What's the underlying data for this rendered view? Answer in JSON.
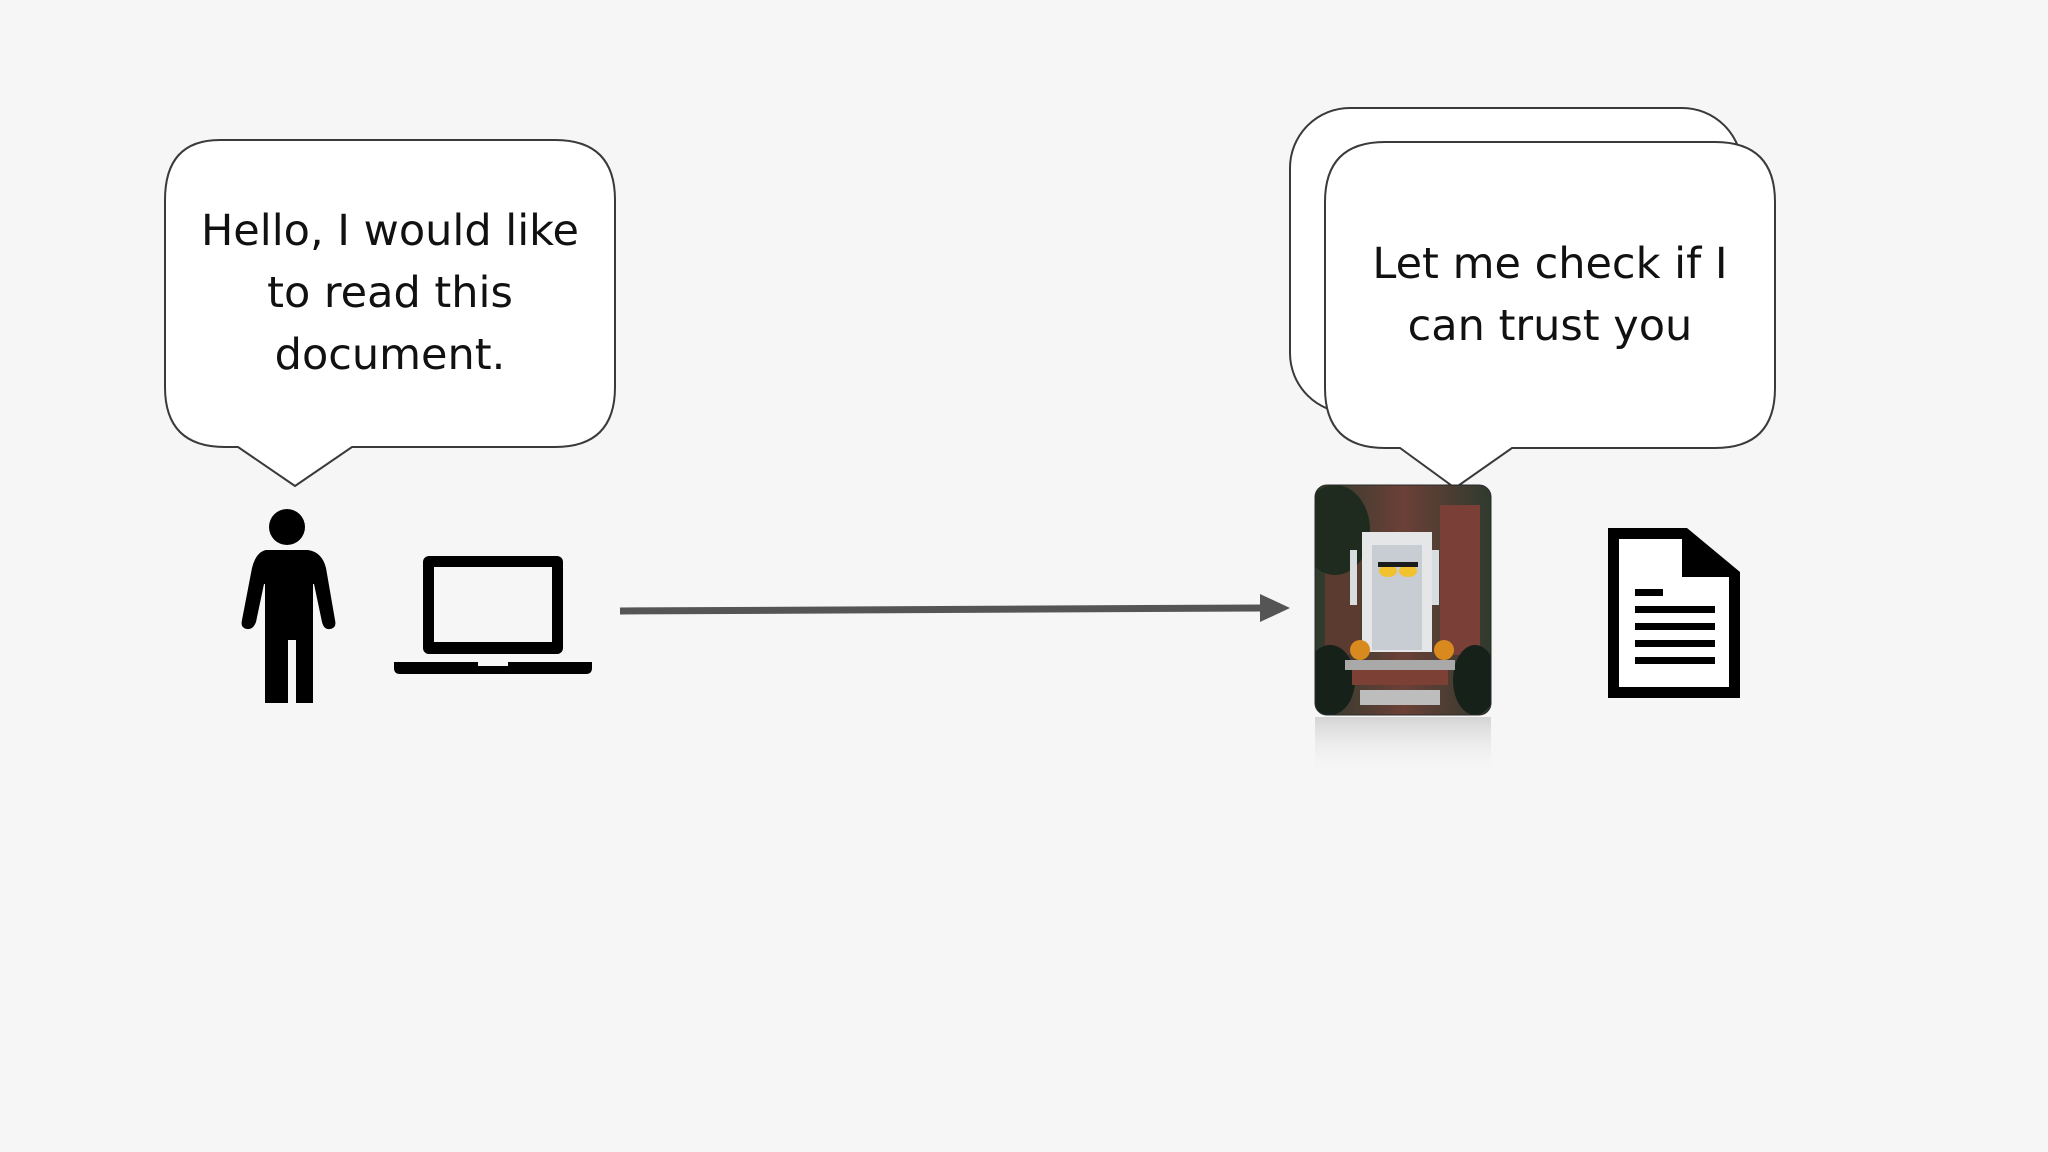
{
  "left_bubble": {
    "line1": "Hello, I would like",
    "line2": "to read this",
    "line3": "document."
  },
  "right_bubble": {
    "line1": "Let me check if I",
    "line2": "can trust you"
  },
  "icons": {
    "person": "person-icon",
    "laptop": "laptop-icon",
    "server": "door-with-eyes-image",
    "document": "document-icon",
    "arrow": "arrow-right"
  },
  "colors": {
    "background": "#f6f6f6",
    "bubble_fill": "#ffffff",
    "bubble_stroke": "#3a3a3a",
    "arrow": "#555555",
    "icon": "#000000"
  }
}
